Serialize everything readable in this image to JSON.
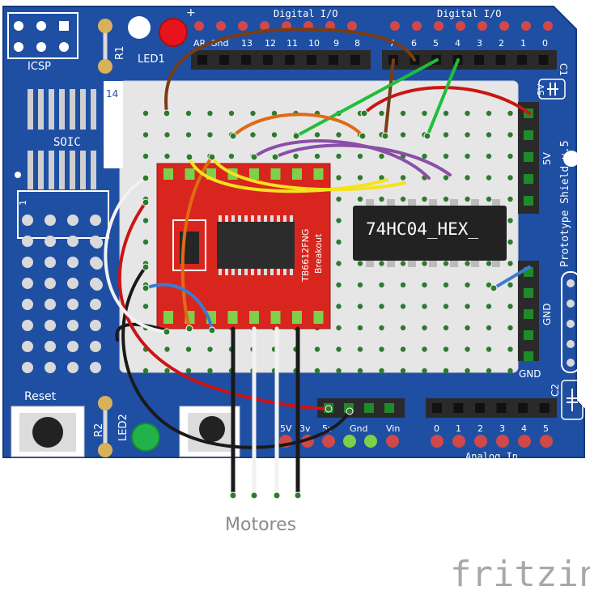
{
  "board": {
    "color": "#1f4fa3",
    "edge_color": "#163a7a",
    "label_color": "#ffffff",
    "icsp_label": "ICSP",
    "soic_label": "SOIC",
    "led1_label": "LED1",
    "led2_label": "LED2",
    "r1_label": "R1",
    "r2_label": "R2",
    "reset_label": "Reset",
    "plus_label": "+",
    "digital_io_left": "Digital I/O",
    "digital_io_right": "Digital I/O",
    "left_header_pins": [
      "AR",
      "Gnd",
      "13",
      "12",
      "11",
      "10",
      "9",
      "8"
    ],
    "right_header_pins": [
      "7",
      "6",
      "5",
      "4",
      "3",
      "2",
      "1",
      "0"
    ],
    "power_pins": [
      "5V",
      "3v",
      "5v",
      "Gnd",
      "Vin"
    ],
    "analog_pins": [
      "0",
      "1",
      "2",
      "3",
      "4",
      "5"
    ],
    "analog_label": "Analog In",
    "rail_5v_top": "5V",
    "rail_5v_side": "5V",
    "rail_gnd_side": "GND",
    "rail_gnd_bottom": "GND",
    "c1_label": "C1",
    "c2_label": "C2",
    "version_label": "Prototype Shield v.5",
    "breadboard_number": "14",
    "pin_one_mark": "1"
  },
  "components": {
    "driver": {
      "line1": "TB6612FNG",
      "line2": "Breakout",
      "color": "#d8261f"
    },
    "ic": {
      "label": "74HC04_HEX_",
      "color": "#222222"
    },
    "led1_color": "#e8141c",
    "led2_color": "#21b34a"
  },
  "wires": {
    "brown": "#7a3c12",
    "green": "#1fbe3a",
    "red": "#cc1414",
    "orange": "#e06a14",
    "purple": "#8a4ea8",
    "yellow": "#f5e31c",
    "white": "#f2f2f2",
    "blue": "#3a7cd0",
    "black": "#1a1a1a"
  },
  "caption": {
    "motores": "Motores"
  },
  "logo": {
    "text": "fritzing"
  }
}
